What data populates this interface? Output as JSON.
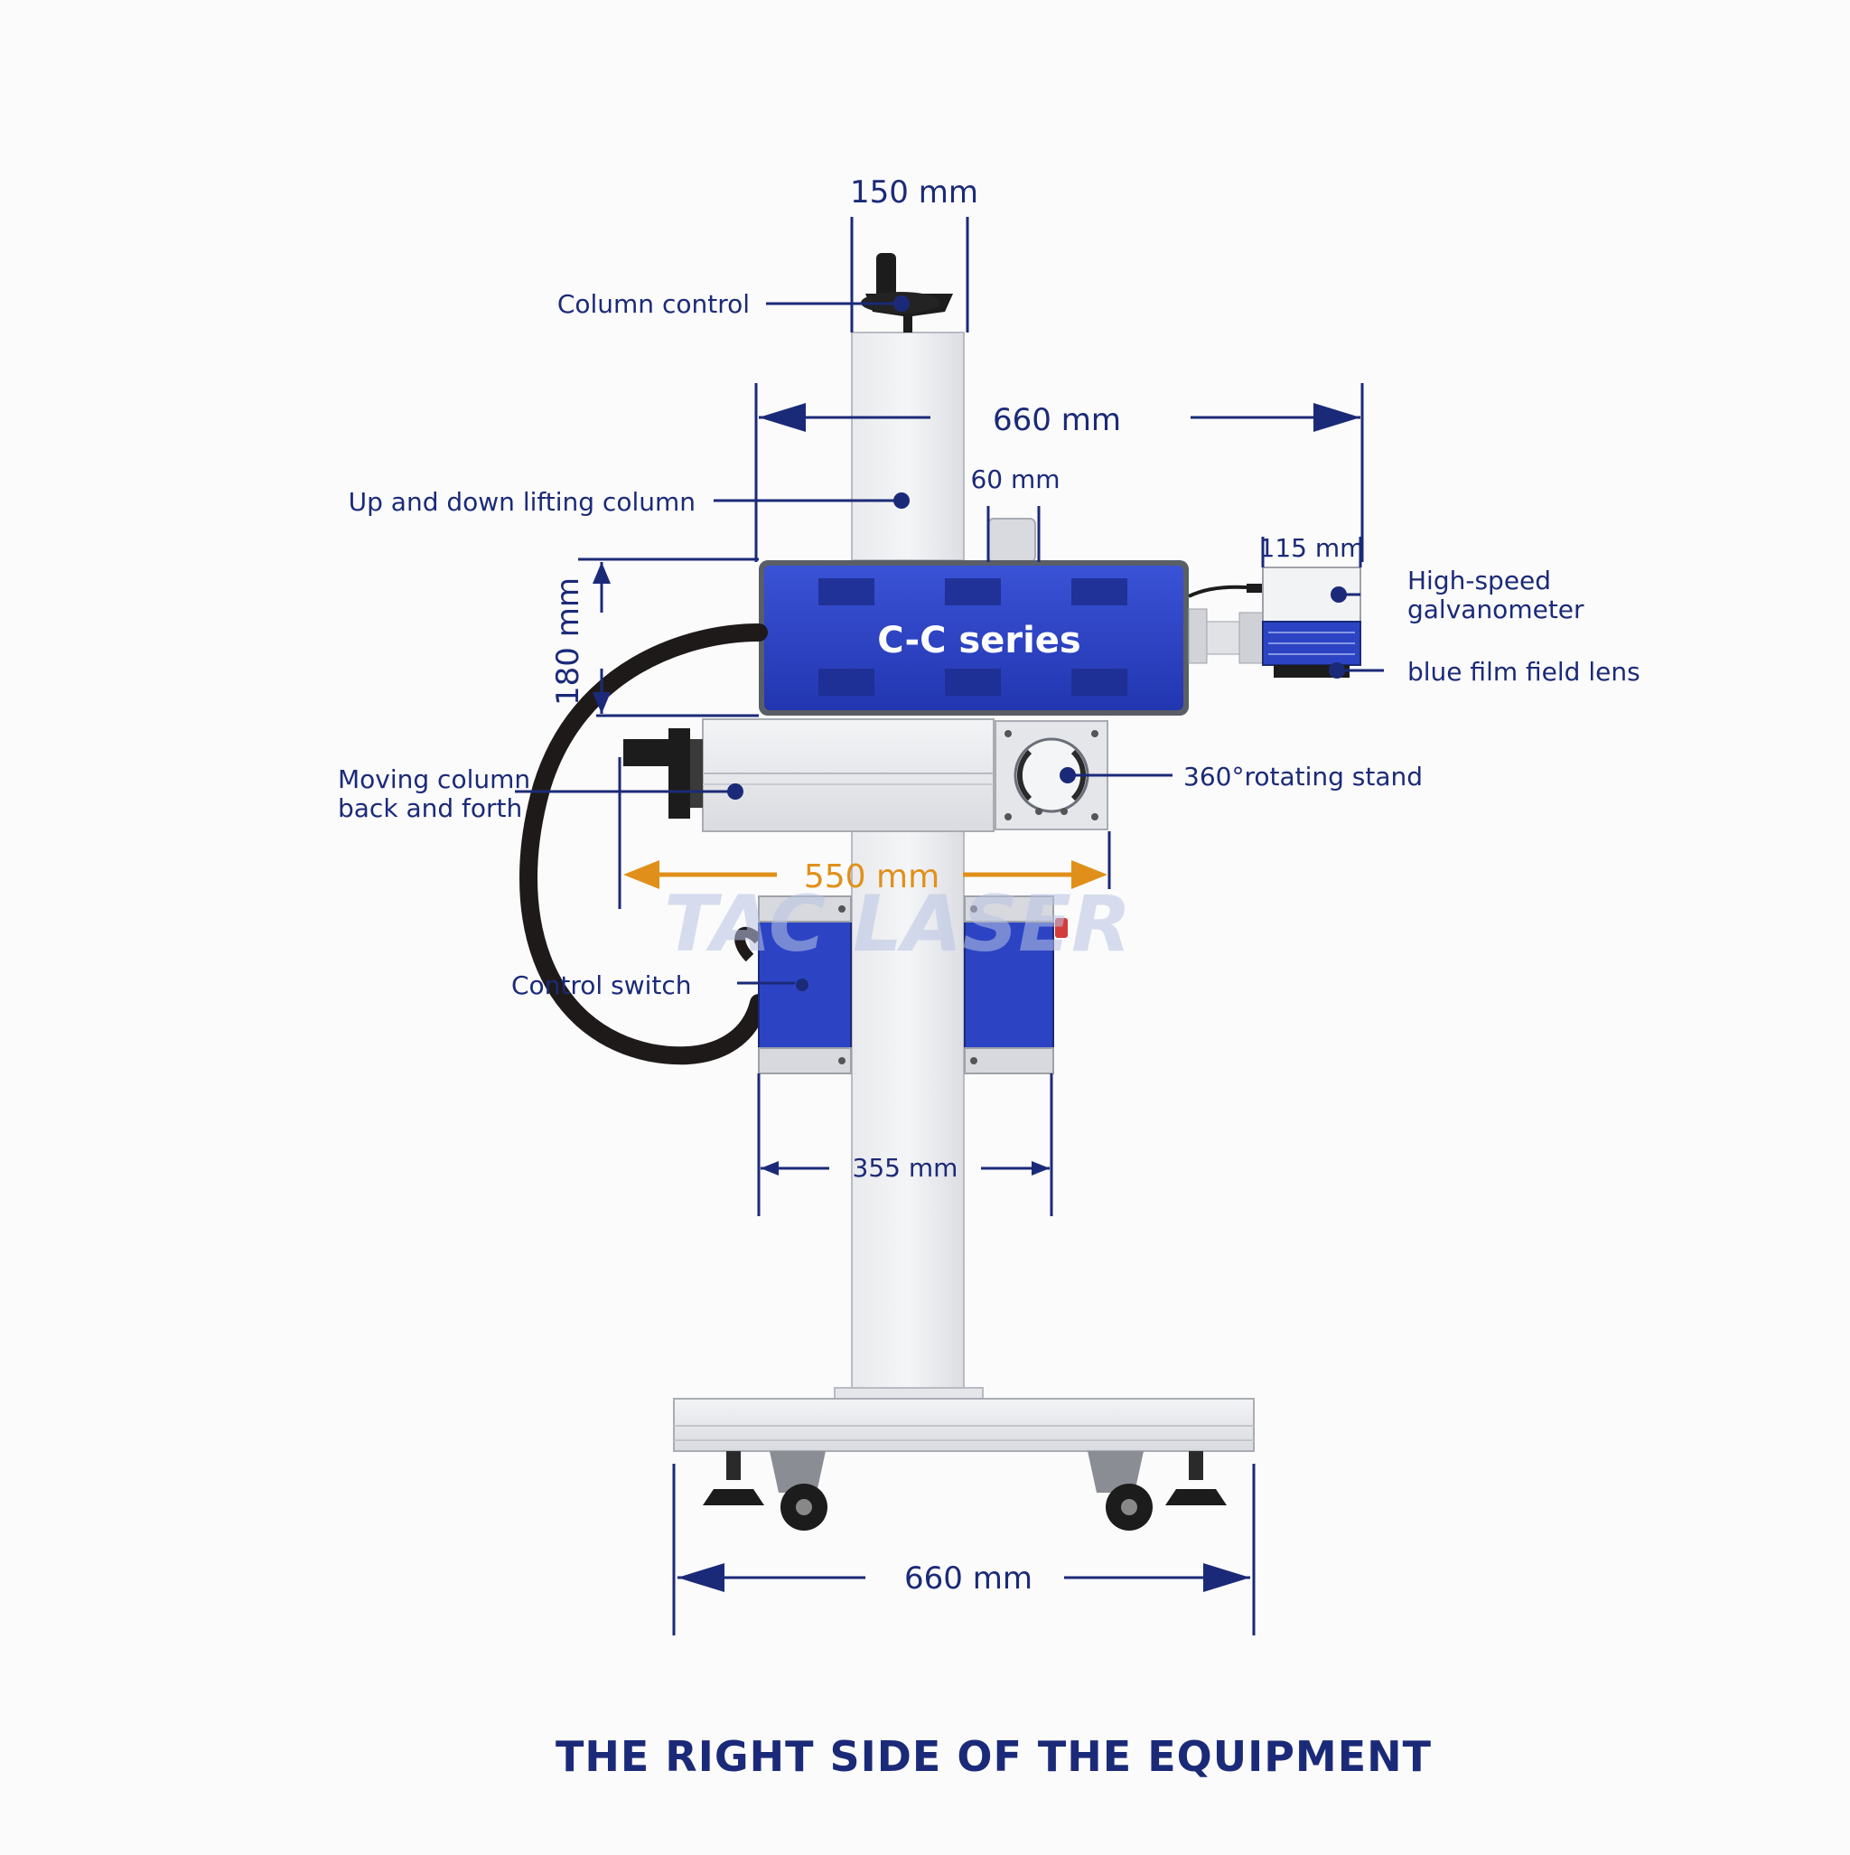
{
  "title": "THE RIGHT SIDE OF THE EQUIPMENT",
  "brand_label": "C-C series",
  "watermark": "TAC LASER",
  "dimensions": {
    "column_width": "150 mm",
    "top_width": "660 mm",
    "small_width": "60 mm",
    "head_width": "115 mm",
    "head_height": "180 mm",
    "arm_travel": "550 mm",
    "box_span": "355 mm",
    "base_width": "660 mm"
  },
  "labels": {
    "column_control": "Column control",
    "lifting_column": "Up and down lifting column",
    "galvanometer_line1": "High-speed",
    "galvanometer_line2": "galvanometer",
    "field_lens": "blue film field lens",
    "moving_column_line1": "Moving column",
    "moving_column_line2": "back and forth",
    "rotating_stand": "360°rotating stand",
    "control_switch": "Control switch"
  },
  "colors": {
    "brand_blue": "#2f45c8",
    "line_blue": "#1b2a78",
    "accent_orange": "#e0901a",
    "metal": "#e4e6ea",
    "dark": "#1c1c1c"
  }
}
